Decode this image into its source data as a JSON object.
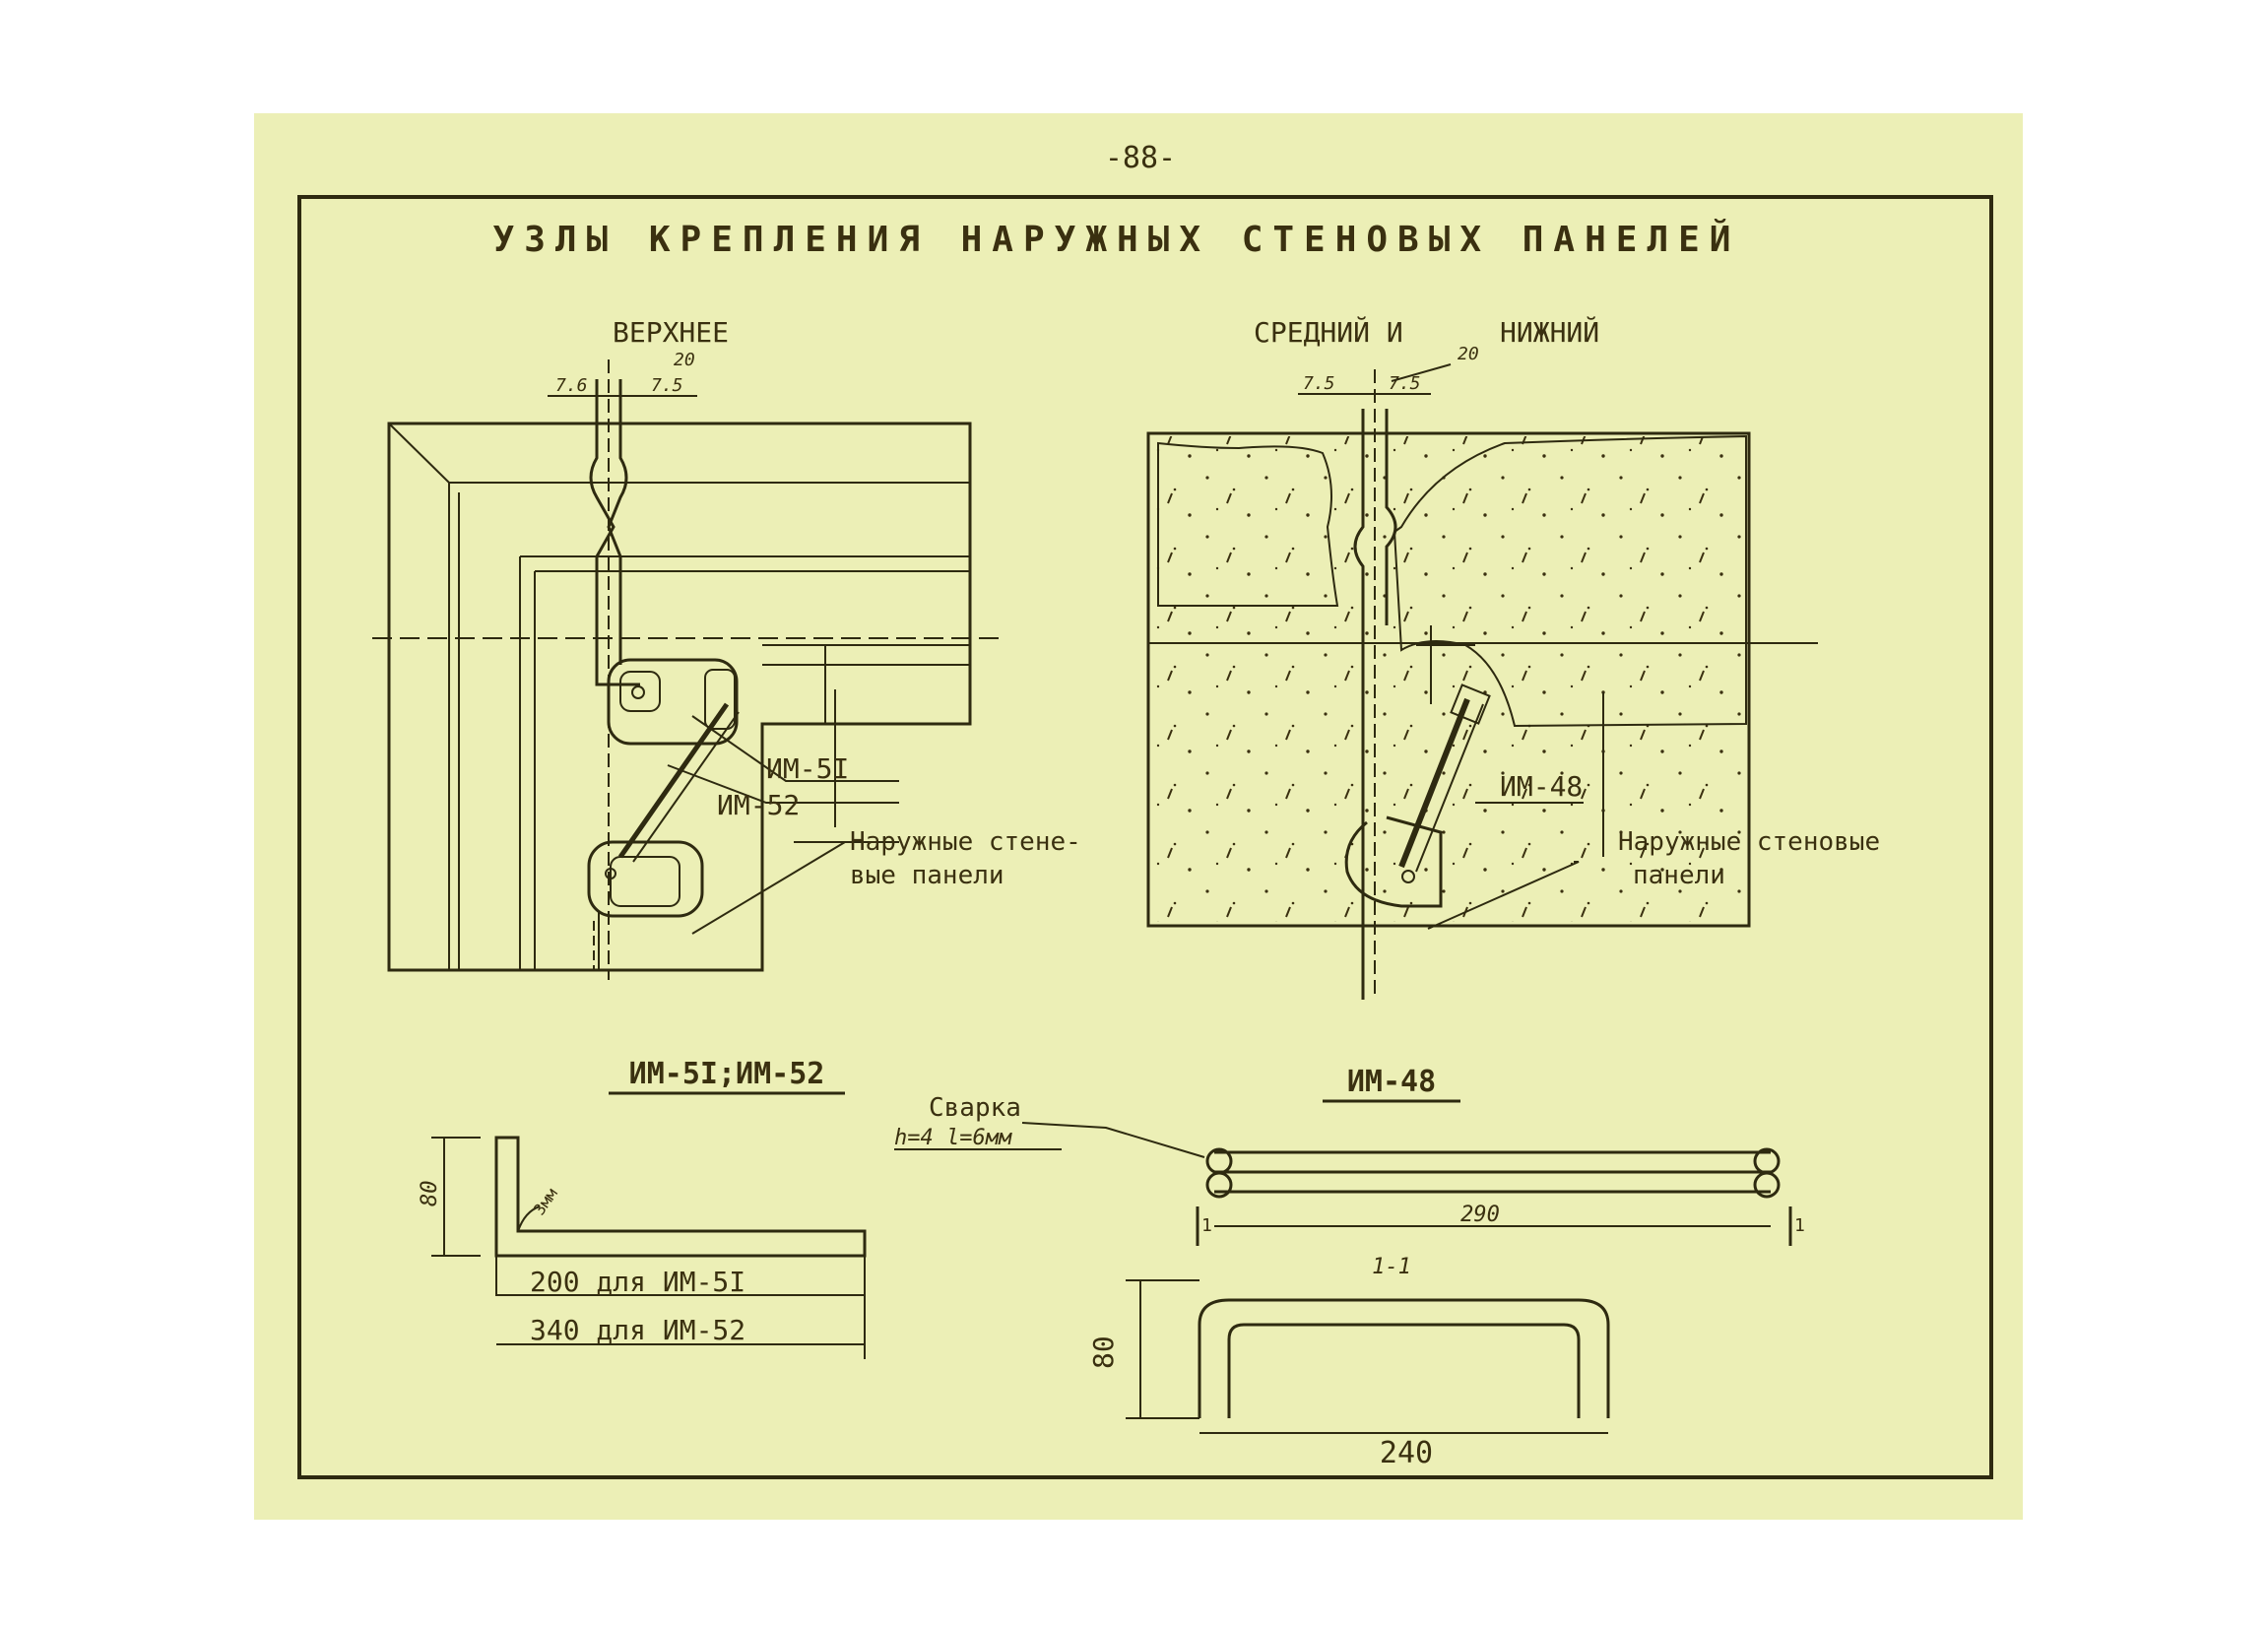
{
  "page_number": "-88-",
  "title": "УЗЛЫ КРЕПЛЕНИЯ НАРУЖНЫХ СТЕНОВЫХ ПАНЕЛЕЙ",
  "colors": {
    "paper": "#ecefb6",
    "ink": "#3a3010",
    "frame": "#2e2a10"
  },
  "left_detail": {
    "title": "ВЕРХНЕЕ",
    "dim_gap": "20",
    "dim_left": "7.6",
    "dim_right": "7.5",
    "label_im51": "ИМ-5I",
    "label_im52": "ИМ-52",
    "callout_line1": "Наружные стене-",
    "callout_line2": "вые панели"
  },
  "right_detail": {
    "title_left": "СРЕДНИЙ И",
    "title_right": "НИЖНИЙ",
    "dim_gap": "20",
    "dim_left": "7.5",
    "dim_right": "7.5",
    "label_im48": "ИМ-48",
    "callout_line1": "Наружные стеновые",
    "callout_line2": "панели"
  },
  "part_im51_52": {
    "title": "ИМ-5I;ИМ-52",
    "dim_height": "80",
    "weld_note": "3мм",
    "len_im51": "200 для ИМ-5I",
    "len_im52": "340 для ИМ-52"
  },
  "part_im48": {
    "title": "ИМ-48",
    "weld_label": "Сварка",
    "weld_spec": "h=4 l=6мм",
    "section_mark": "1",
    "length": "290",
    "section_title": "1-1",
    "section_height": "80",
    "section_width": "240"
  }
}
